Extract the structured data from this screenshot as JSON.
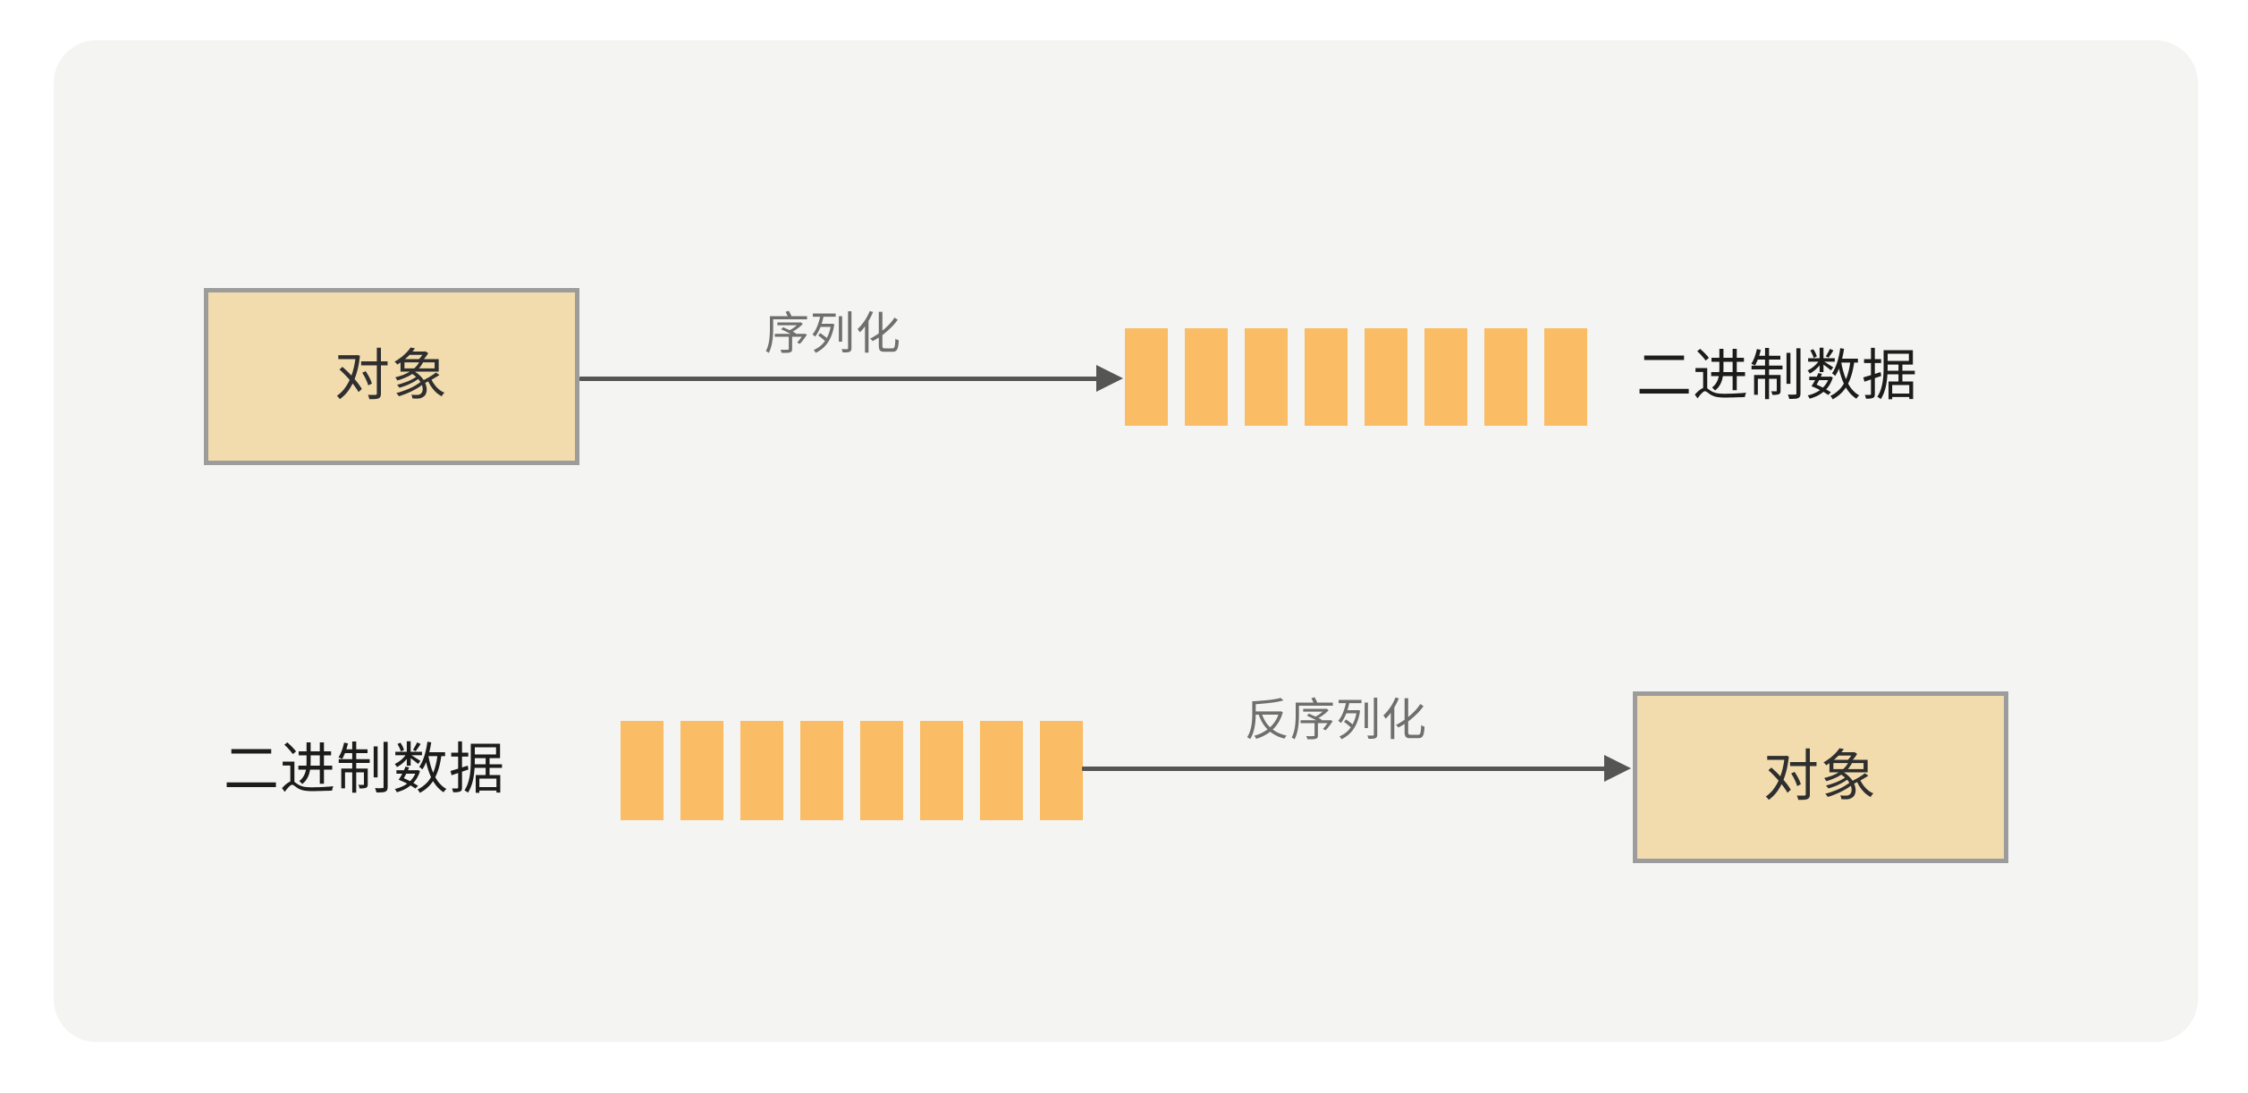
{
  "diagram": {
    "title": "",
    "colors": {
      "canvas_background": "#f4f4f2",
      "page_background": "#ffffff",
      "node_fill": "#f2dcae",
      "node_border": "#9c9c9c",
      "node_text": "#2f2f2f",
      "bar_fill": "#fabc64",
      "arrow": "#555555",
      "arrow_caption_text": "#6f6f6f",
      "label_text": "#1c1c1c"
    },
    "rows": [
      {
        "id": "serialization-row",
        "source_node": {
          "label": "对象"
        },
        "arrow": {
          "caption": "序列化",
          "direction": "right"
        },
        "binary": {
          "label": "二进制数据",
          "bar_count": 8,
          "label_position": "right"
        }
      },
      {
        "id": "deserialization-row",
        "binary": {
          "label": "二进制数据",
          "bar_count": 8,
          "label_position": "left"
        },
        "arrow": {
          "caption": "反序列化",
          "direction": "right"
        },
        "target_node": {
          "label": "对象"
        }
      }
    ]
  }
}
